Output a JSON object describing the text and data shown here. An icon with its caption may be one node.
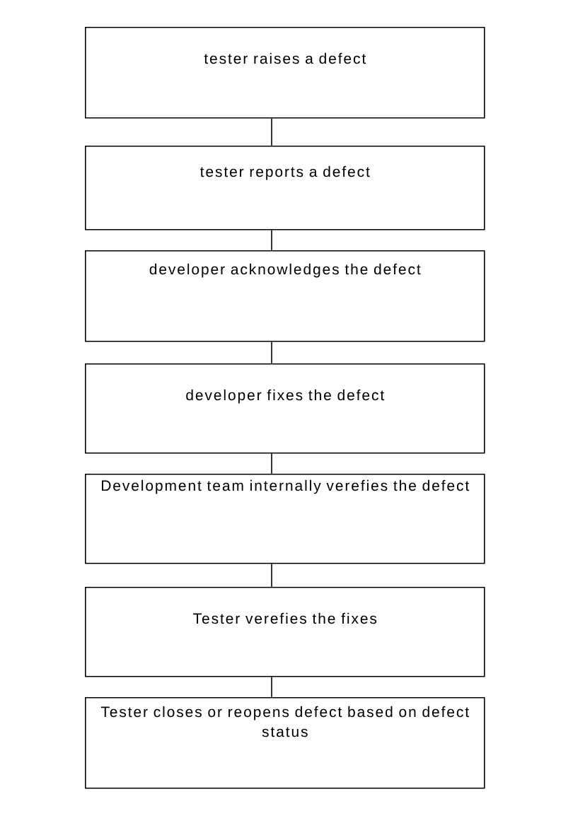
{
  "diagram": {
    "nodes": [
      {
        "text": [
          "tester raises a defect"
        ]
      },
      {
        "text": [
          "tester reports a defect"
        ]
      },
      {
        "text": [
          "developer acknowledges the defect"
        ]
      },
      {
        "text": [
          "developer fixes the defect"
        ]
      },
      {
        "text": [
          "Development team internally verefies the defect"
        ]
      },
      {
        "text": [
          "Tester verefies the fixes"
        ]
      },
      {
        "text": [
          "Tester closes or reopens defect based on defect status"
        ]
      }
    ],
    "edges": [
      {
        "from": 0,
        "to": 1,
        "arrow": "none"
      },
      {
        "from": 1,
        "to": 2,
        "arrow": "none"
      },
      {
        "from": 2,
        "to": 3,
        "arrow": "none"
      },
      {
        "from": 3,
        "to": 4,
        "arrow": "none"
      },
      {
        "from": 4,
        "to": 5,
        "arrow": "none"
      },
      {
        "from": 5,
        "to": 6,
        "arrow": "none"
      }
    ]
  }
}
